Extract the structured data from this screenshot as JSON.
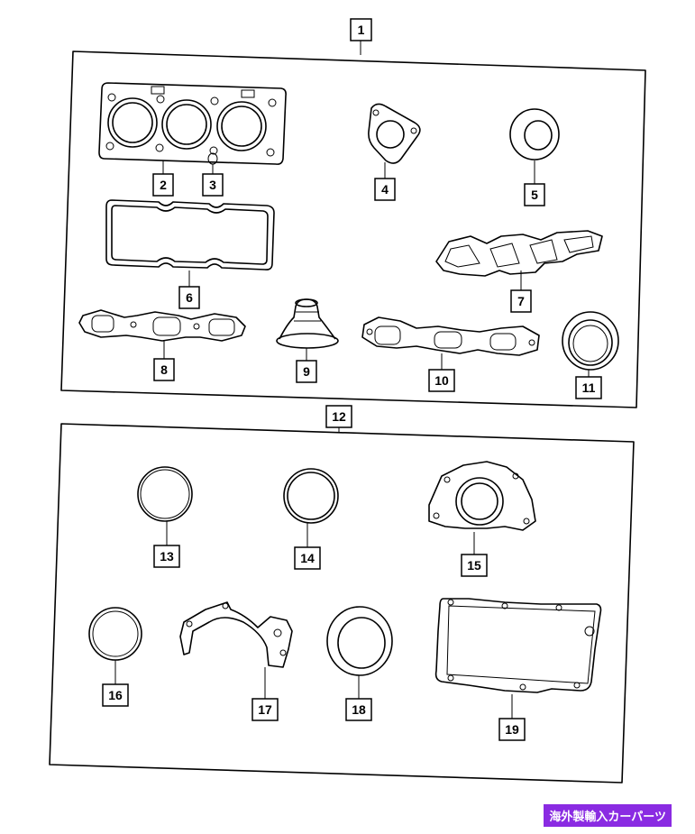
{
  "callouts": {
    "c1": "1",
    "c2": "2",
    "c3": "3",
    "c4": "4",
    "c5": "5",
    "c6": "6",
    "c7": "7",
    "c8": "8",
    "c9": "9",
    "c10": "10",
    "c11": "11",
    "c12": "12",
    "c13": "13",
    "c14": "14",
    "c15": "15",
    "c16": "16",
    "c17": "17",
    "c18": "18",
    "c19": "19"
  },
  "watermark": "海外製輸入カーパーツ",
  "colors": {
    "line": "#000000",
    "badge": "#8a2be2"
  }
}
